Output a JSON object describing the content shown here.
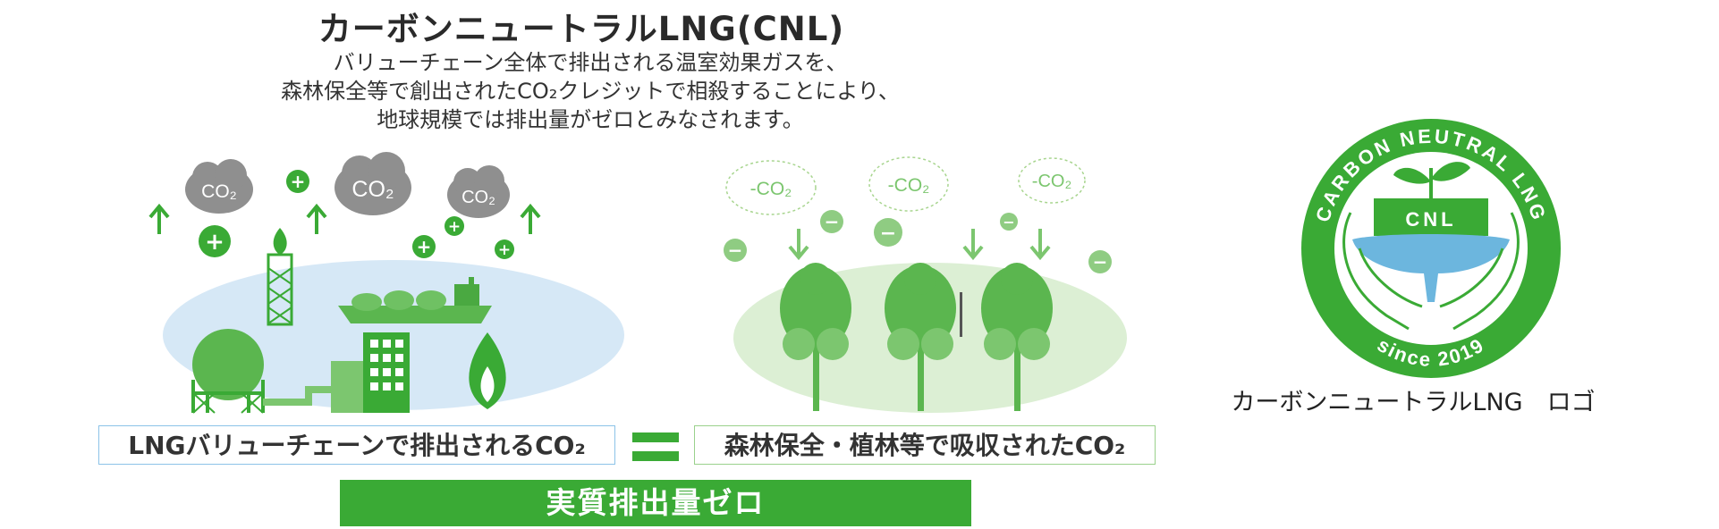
{
  "header": {
    "title": "カーボンニュートラルLNG(CNL)",
    "description_lines": [
      "バリューチェーン全体で排出される温室効果ガスを、",
      "森林保全等で創出されたCO₂クレジットで相殺することにより、",
      "地球規模では排出量がゼロとみなされます。"
    ]
  },
  "emission_side": {
    "clouds": [
      "CO₂",
      "CO₂",
      "CO₂"
    ],
    "plus_symbol": "+",
    "caption": "LNGバリューチェーンで排出されるCO₂"
  },
  "absorption_side": {
    "clouds": [
      "-CO₂",
      "-CO₂",
      "-CO₂"
    ],
    "minus_symbol": "−",
    "caption": "森林保全・植林等で吸収されたCO₂"
  },
  "result_label": "実質排出量ゼロ",
  "logo": {
    "ring_text_top": "CARBON NEUTRAL LNG",
    "ring_text_bottom": "since 2019",
    "center_text": "CNL",
    "caption": "カーボンニュートラルLNG　ロゴ"
  },
  "colors": {
    "green": "#3aaa35",
    "light_green": "#a8d58f",
    "light_blue": "#d6e8f6",
    "gray_cloud": "#8f8f8f"
  }
}
